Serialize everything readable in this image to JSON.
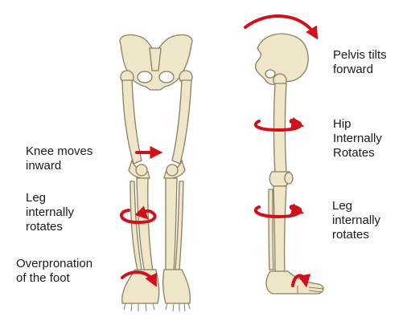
{
  "annotations": {
    "knee": "Knee moves\ninward",
    "leg_left": "Leg\ninternally\nrotates",
    "foot": "Overpronation\nof the foot",
    "pelvis": "Pelvis tilts\nforward",
    "hip": "Hip\nInternally\nRotates",
    "leg_right": "Leg\ninternally\nrotates"
  },
  "colors": {
    "bone_fill": "#efe6c8",
    "bone_stroke": "#8a7f63",
    "arrow": "#d0101c",
    "text": "#1a1a1a"
  }
}
